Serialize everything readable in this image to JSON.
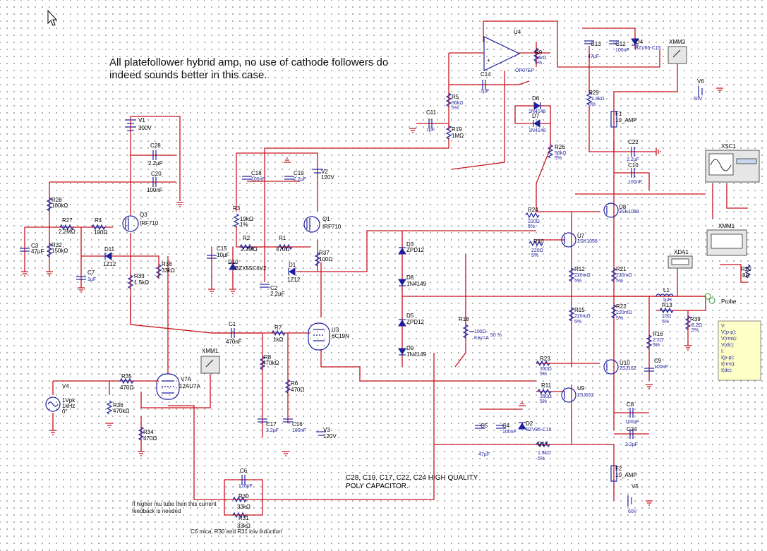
{
  "notes": {
    "title_line1": "All platefollower hybrid amp, no use of cathode followers do",
    "title_line2": "indeed sounds better in this case.",
    "poly_line1": "C28, C19, C17, C22, C24 HIGH QUALITY",
    "poly_line2": "POLY CAPACITOR.",
    "mu_line1": "If higher mu tube then this current",
    "mu_line2": "feedback is needed",
    "mica": "C6 mica, R30 and R31 low induction"
  },
  "instruments": {
    "xsc1": "XSC1",
    "xmm1_top": "XMM1",
    "xmm1_left": "XMM1",
    "xmm2": "XMM2",
    "xda1": "XDA1",
    "probe": "Probe",
    "probe_readout": [
      "V:",
      "V(p-p):",
      "V(rms):",
      "V(dc):",
      "I:",
      "I(p-p):",
      "I(rms):",
      "I(dc):"
    ]
  },
  "components": [
    {
      "id": "V1",
      "label": "V1",
      "value": "300V"
    },
    {
      "id": "C28",
      "label": "C28",
      "value": "2.2µF"
    },
    {
      "id": "C20",
      "label": "C20",
      "value": "100nF"
    },
    {
      "id": "R28",
      "label": "R28",
      "value": "100kΩ"
    },
    {
      "id": "R27",
      "label": "R27",
      "value": "2.2MΩ"
    },
    {
      "id": "R4",
      "label": "R4",
      "value": "100Ω"
    },
    {
      "id": "Q3",
      "label": "Q3",
      "value": "IRF710"
    },
    {
      "id": "C3",
      "label": "C3",
      "value": "47µF"
    },
    {
      "id": "R32",
      "label": "R32",
      "value": "150kΩ"
    },
    {
      "id": "D11",
      "label": "D11",
      "value": "1Z12"
    },
    {
      "id": "R38",
      "label": "R38",
      "value": "33kΩ"
    },
    {
      "id": "C7",
      "label": "C7",
      "value": "1µF"
    },
    {
      "id": "R33",
      "label": "R33",
      "value": "1.5kΩ"
    },
    {
      "id": "C18",
      "label": "C18",
      "value": "100nF"
    },
    {
      "id": "C19",
      "label": "C19",
      "value": "2.2µF"
    },
    {
      "id": "V2",
      "label": "V2",
      "value": "120V"
    },
    {
      "id": "R3",
      "label": "R3",
      "value": "19kΩ",
      "value2": "1%"
    },
    {
      "id": "Q1",
      "label": "Q1",
      "value": "IRF710"
    },
    {
      "id": "R2",
      "label": "R2",
      "value": "2.2MΩ"
    },
    {
      "id": "R1",
      "label": "R1",
      "value": "470Ω"
    },
    {
      "id": "C15",
      "label": "C15",
      "value": "10µF"
    },
    {
      "id": "R37",
      "label": "R37",
      "value": "100Ω"
    },
    {
      "id": "D10",
      "label": "D10",
      "value": "BZX55C6V2"
    },
    {
      "id": "D1",
      "label": "D1",
      "value": "1Z12"
    },
    {
      "id": "C2",
      "label": "C2",
      "value": "2.2µF"
    },
    {
      "id": "C1",
      "label": "C1",
      "value": "470nF"
    },
    {
      "id": "R7",
      "label": "R7",
      "value": "1kΩ"
    },
    {
      "id": "U3",
      "label": "U3",
      "value": "6C19N"
    },
    {
      "id": "R8",
      "label": "R8",
      "value": "470kΩ"
    },
    {
      "id": "R6",
      "label": "R6",
      "value": "470Ω"
    },
    {
      "id": "C17",
      "label": "C17",
      "value": "2.2µF"
    },
    {
      "id": "C16",
      "label": "C16",
      "value": "100nF"
    },
    {
      "id": "V3",
      "label": "V3",
      "value": "120V"
    },
    {
      "id": "V4",
      "label": "V4",
      "value": "1Vpk",
      "value2": "1kHz",
      "value3": "0°"
    },
    {
      "id": "R35",
      "label": "R35",
      "value": "470Ω"
    },
    {
      "id": "R36",
      "label": "R36",
      "value": "470kΩ"
    },
    {
      "id": "V7A",
      "label": "V7A",
      "value": "12AU7A"
    },
    {
      "id": "R34",
      "label": "R34",
      "value": "470Ω"
    },
    {
      "id": "C6",
      "label": "C6",
      "value": "120pF"
    },
    {
      "id": "R30",
      "label": "R30",
      "value": "33kΩ"
    },
    {
      "id": "R31",
      "label": "R31",
      "value": "33kΩ"
    },
    {
      "id": "U4",
      "label": "U4",
      "value": "OP07EP"
    },
    {
      "id": "R9",
      "label": "R9",
      "value": "56kΩ",
      "value2": "5%"
    },
    {
      "id": "C14",
      "label": "C14",
      "value": "1µF"
    },
    {
      "id": "R5",
      "label": "R5",
      "value": "56kΩ",
      "value2": "5%"
    },
    {
      "id": "C11",
      "label": "C11",
      "value": "1pF"
    },
    {
      "id": "R19",
      "label": "R19",
      "value": "1MΩ"
    },
    {
      "id": "D6",
      "label": "D6",
      "value": "1N4148"
    },
    {
      "id": "D7",
      "label": "D7",
      "value": "1N4148"
    },
    {
      "id": "C13",
      "label": "C13",
      "value": "47µF"
    },
    {
      "id": "C12",
      "label": "C12",
      "value": "100nF"
    },
    {
      "id": "D4",
      "label": "D4",
      "value": "BZV85-C15"
    },
    {
      "id": "R29",
      "label": "R29",
      "value": "1.8kΩ",
      "value2": "5%"
    },
    {
      "id": "R26",
      "label": "R26",
      "value": "56kΩ",
      "value2": "5%"
    },
    {
      "id": "V6",
      "label": "V6",
      "value": "60V"
    },
    {
      "id": "F1",
      "label": "F1",
      "value": "10_AMP"
    },
    {
      "id": "C22",
      "label": "C22",
      "value": "2.2µF"
    },
    {
      "id": "C10",
      "label": "C10",
      "value": "100nF"
    },
    {
      "id": "U8",
      "label": "U8",
      "value": "2SK1058"
    },
    {
      "id": "R24",
      "label": "R24",
      "value": "220Ω",
      "value2": "5%"
    },
    {
      "id": "R10",
      "label": "R10",
      "value": "220Ω",
      "value2": "5%"
    },
    {
      "id": "U7",
      "label": "U7",
      "value": "2SK1058"
    },
    {
      "id": "D3",
      "label": "D3",
      "value": "ZPD12"
    },
    {
      "id": "D8",
      "label": "D8",
      "value": "1N4149"
    },
    {
      "id": "D5",
      "label": "D5",
      "value": "ZPD12"
    },
    {
      "id": "D9",
      "label": "D9",
      "value": "1N4149"
    },
    {
      "id": "R18",
      "label": "R18",
      "value": "100Ω",
      "value2": "Key=A",
      "value3": "50 %"
    },
    {
      "id": "R12",
      "label": "R12",
      "value": "220mΩ",
      "value2": "5%"
    },
    {
      "id": "R21",
      "label": "R21",
      "value": "220mΩ",
      "value2": "5%"
    },
    {
      "id": "R15",
      "label": "R15",
      "value": "220mΩ",
      "value2": "5%"
    },
    {
      "id": "R22",
      "label": "R22",
      "value": "220mΩ",
      "value2": "5%"
    },
    {
      "id": "L1",
      "label": "L1",
      "value": "1µH"
    },
    {
      "id": "R13",
      "label": "R13",
      "value": "10Ω",
      "value2": "5%"
    },
    {
      "id": "R39",
      "label": "R39",
      "value": "8.2Ω",
      "value2": "5%"
    },
    {
      "id": "R16",
      "label": "R16",
      "value": "2.2Ω",
      "value2": "5%"
    },
    {
      "id": "C9",
      "label": "C9",
      "value": "100nF"
    },
    {
      "id": "R20",
      "label": "R20",
      "value": "8Ω"
    },
    {
      "id": "R23",
      "label": "R23",
      "value": "330Ω",
      "value2": "5%"
    },
    {
      "id": "U10",
      "label": "U10",
      "value": "2SJ162"
    },
    {
      "id": "R11",
      "label": "R11",
      "value": "330Ω",
      "value2": "5%"
    },
    {
      "id": "U9",
      "label": "U9",
      "value": "2SJ162"
    },
    {
      "id": "C5",
      "label": "C5",
      "value": "47µF"
    },
    {
      "id": "C4",
      "label": "C4",
      "value": "100nF"
    },
    {
      "id": "D2",
      "label": "D2",
      "value": "BZV85-C15"
    },
    {
      "id": "R17",
      "label": "R17",
      "value": "1.8kΩ",
      "value2": "5%"
    },
    {
      "id": "C8",
      "label": "C8",
      "value": "100nF"
    },
    {
      "id": "C24",
      "label": "C24",
      "value": "2.2µF"
    },
    {
      "id": "F2",
      "label": "F2",
      "value": "10_AMP"
    },
    {
      "id": "V5",
      "label": "V5",
      "value": "60V"
    }
  ]
}
